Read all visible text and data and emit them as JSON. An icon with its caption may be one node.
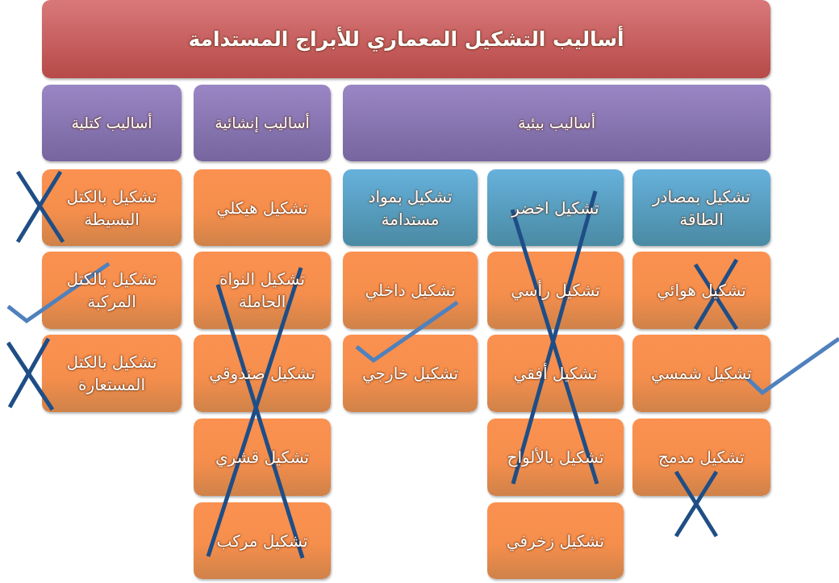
{
  "diagram": {
    "nodes": [
      {
        "text": [
          "أساليب التشكيل المعماري للأبراج المستدامة"
        ]
      },
      {
        "text": [
          "أساليب بيئية"
        ]
      },
      {
        "text": [
          "أساليب إنشائية"
        ]
      },
      {
        "text": [
          "أساليب كتلية"
        ]
      },
      {
        "text": [
          "تشكيل بمصادر الطاقة"
        ]
      },
      {
        "text": [
          "تشكيل اخضر"
        ]
      },
      {
        "text": [
          "تشكيل بمواد مستدامة"
        ]
      },
      {
        "text": [
          "تشكيل هوائي"
        ]
      },
      {
        "text": [
          "تشكيل رأسي"
        ]
      },
      {
        "text": [
          "تشكيل داخلي"
        ]
      },
      {
        "text": [
          "تشكيل هيكلي"
        ]
      },
      {
        "text": [
          "تشكيل بالكتل البسيطة"
        ]
      },
      {
        "text": [
          "تشكيل شمسي"
        ]
      },
      {
        "text": [
          "تشكيل أفقي"
        ]
      },
      {
        "text": [
          "تشكيل خارجي"
        ]
      },
      {
        "text": [
          "تشكيل النواة الحاملة"
        ]
      },
      {
        "text": [
          "تشكيل بالكتل المركبة"
        ]
      },
      {
        "text": [
          "تشكيل مدمج"
        ]
      },
      {
        "text": [
          "تشكيل بالألواح"
        ]
      },
      {
        "text": [
          "تشكيل صندوقي"
        ]
      },
      {
        "text": [
          "تشكيل بالكتل المستعارة"
        ]
      },
      {
        "text": [
          "تشكيل زخرفي"
        ]
      },
      {
        "text": [
          "تشكيل قشري"
        ]
      },
      {
        "text": [
          "تشكيل مركب"
        ]
      }
    ],
    "edges": []
  }
}
